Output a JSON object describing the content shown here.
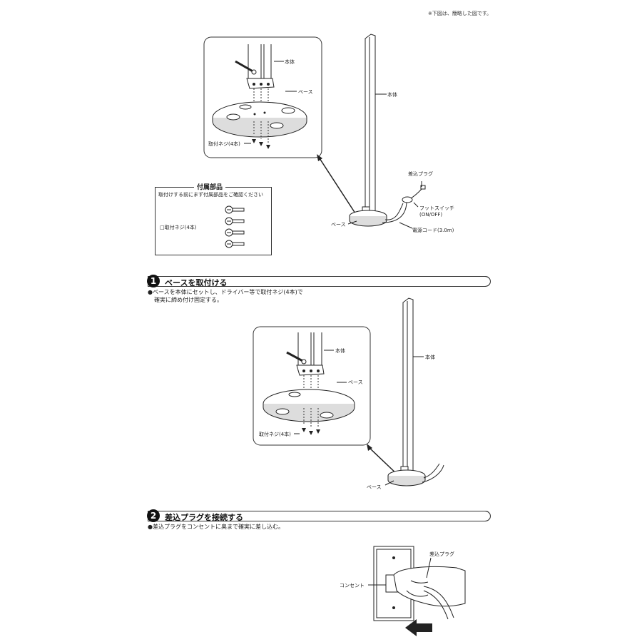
{
  "header_note": "※下図は、簡略した図です。",
  "overview": {
    "callout_body": "本体",
    "callout_base": "ベース",
    "callout_screws": "取付ネジ(4本)",
    "lamp_body": "本体",
    "plug": "差込プラグ",
    "foot_switch": "フットスイッチ",
    "foot_switch_sub": "(ON/OFF)",
    "base": "ベース",
    "cord": "電源コード(3.0m)"
  },
  "accessories": {
    "title": "付属部品",
    "subtitle": "取付けする前にまず付属部品をご確認ください",
    "item": "□取付ネジ(4本)"
  },
  "step1": {
    "number": "1",
    "title": "ベースを取付ける",
    "desc_line1": "●ベースを本体にセットし、ドライバー等で取付ネジ(4本)で",
    "desc_line2": "確実に締め付け固定する。",
    "callout_body": "本体",
    "callout_base": "ベース",
    "callout_screws": "取付ネジ(4本)",
    "lamp_body": "本体",
    "base": "ベース"
  },
  "step2": {
    "number": "2",
    "title": "差込プラグを接続する",
    "desc_line1": "●差込プラグをコンセントに奥まで確実に差し込む。",
    "plug": "差込プラグ",
    "outlet": "コンセント"
  }
}
